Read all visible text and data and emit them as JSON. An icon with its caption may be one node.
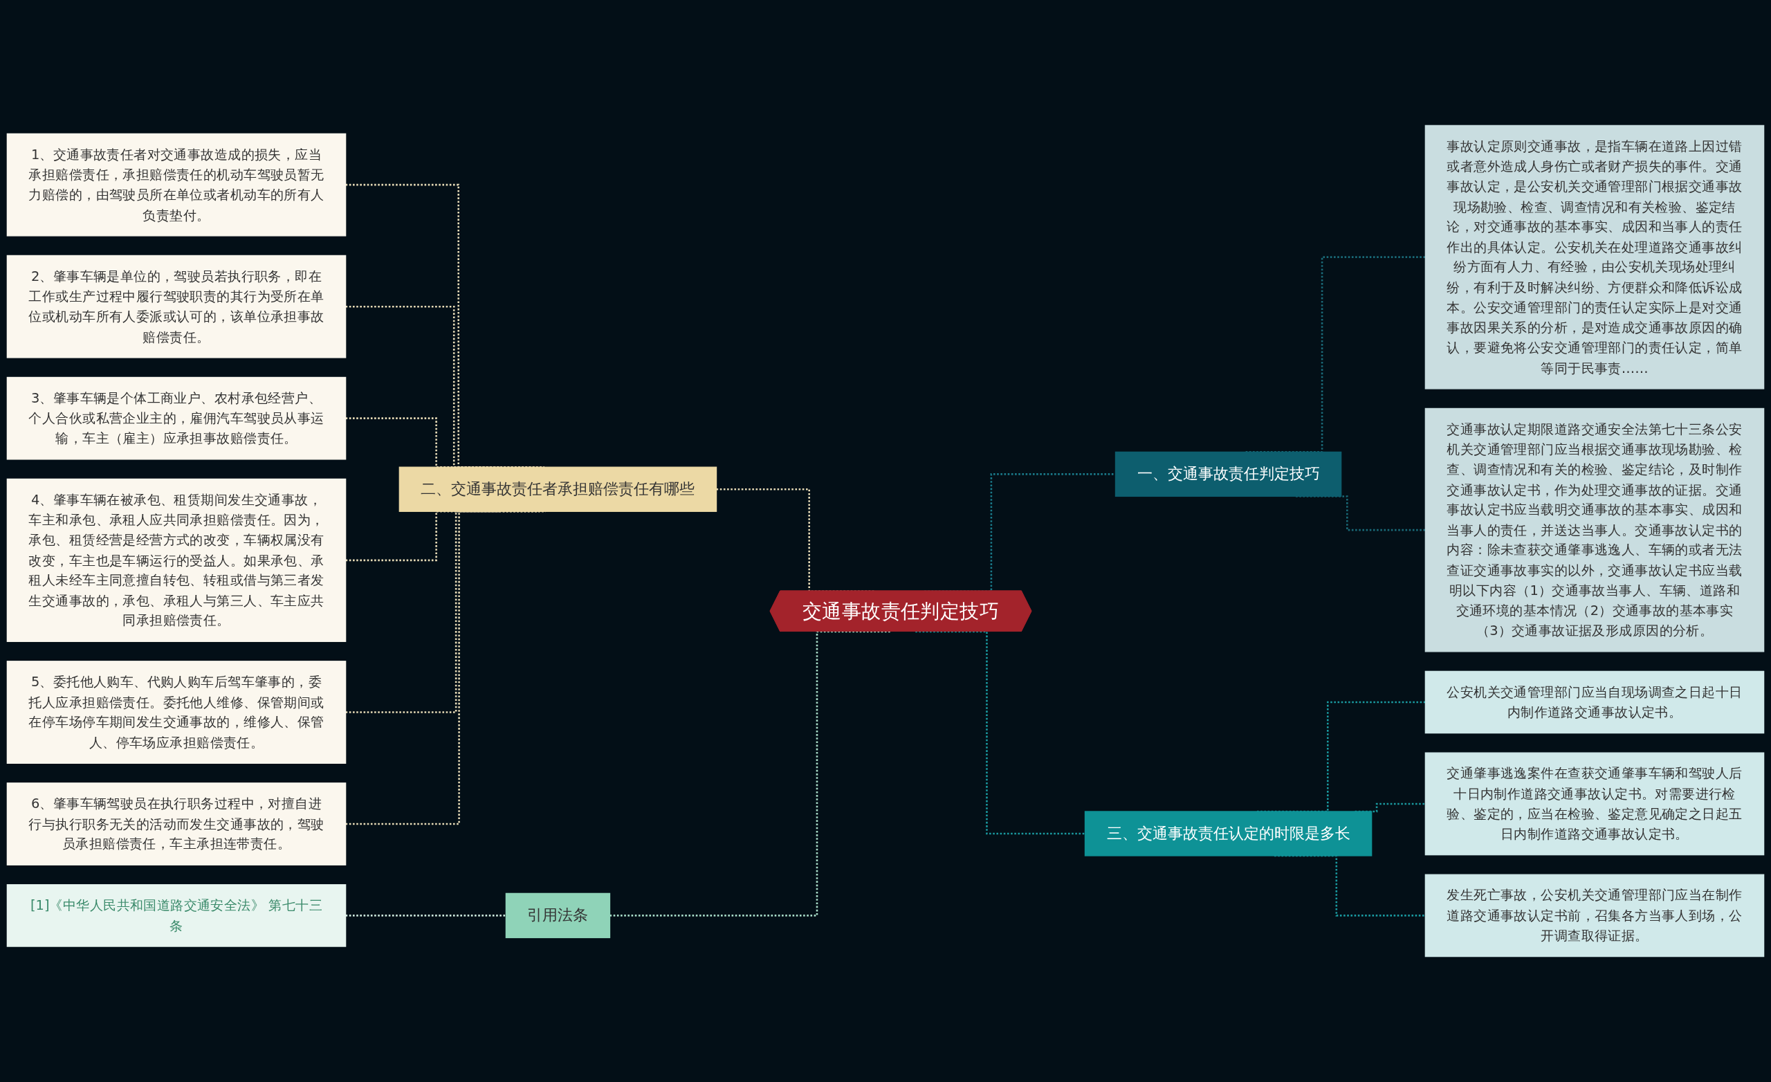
{
  "diagram": {
    "nodes": [
      {
        "text": [
          "交通事故责任判定技巧"
        ]
      },
      {
        "text": [
          "二、交通事故责任者承担赔偿责任有哪些"
        ]
      },
      {
        "text": [
          "1、交通事故责任者对交通事故造成的损失，应当承担赔偿责任，承担赔偿责任的机动车驾驶员暂无力赔偿的，由驾驶员所在单位或者机动车的所有人负责垫付。"
        ]
      },
      {
        "text": [
          "2、肇事车辆是单位的，驾驶员若执行职务，即在工作或生产过程中履行驾驶职责的其行为受所在单位或机动车所有人委派或认可的，该单位承担事故赔偿责任。"
        ]
      },
      {
        "text": [
          "3、肇事车辆是个体工商业户、农村承包经营户、个人合伙或私营企业主的，雇佣汽车驾驶员从事运输，车主（雇主）应承担事故赔偿责任。"
        ]
      },
      {
        "text": [
          "4、肇事车辆在被承包、租赁期间发生交通事故，车主和承包、承租人应共同承担赔偿责任。因为，承包、租赁经营是经营方式的改变，车辆权属没有改变，车主也是车辆运行的受益人。如果承包、承租人未经车主同意擅自转包、转租或借与第三者发生交通事故的，承包、承租人与第三人、车主应共同承担赔偿责任。"
        ]
      },
      {
        "text": [
          "5、委托他人购车、代购人购车后驾车肇事的，委托人应承担赔偿责任。委托他人维修、保管期间或在停车场停车期间发生交通事故的，维修人、保管人、停车场应承担赔偿责任。"
        ]
      },
      {
        "text": [
          "6、肇事车辆驾驶员在执行职务过程中，对擅自进行与执行职务无关的活动而发生交通事故的，驾驶员承担赔偿责任，车主承担连带责任。"
        ]
      },
      {
        "text": [
          "引用法条"
        ]
      },
      {
        "text": [
          "[1]《中华人民共和国道路交通安全法》 第七十三条"
        ]
      },
      {
        "text": [
          "一、交通事故责任判定技巧"
        ]
      },
      {
        "text": [
          "事故认定原则交通事故，是指车辆在道路上因过错或者意外造成人身伤亡或者财产损失的事件。交通事故认定，是公安机关交通管理部门根据交通事故现场勘验、检查、调查情况和有关检验、鉴定结论，对交通事故的基本事实、成因和当事人的责任作出的具体认定。公安机关在处理道路交通事故纠纷方面有人力、有经验，由公安机关现场处理纠纷，有利于及时解决纠纷、方便群众和降低诉讼成本。公安交通管理部门的责任认定实际上是对交通事故因果关系的分析，是对造成交通事故原因的确认，要避免将公安交通管理部门的责任认定，简单等同于民事责……"
        ]
      },
      {
        "text": [
          "交通事故认定期限道路交通安全法第七十三条公安机关交通管理部门应当根据交通事故现场勘验、检查、调查情况和有关的检验、鉴定结论，及时制作交通事故认定书，作为处理交通事故的证据。交通事故认定书应当载明交通事故的基本事实、成因和当事人的责任，并送达当事人。交通事故认定书的内容：除未查获交通肇事逃逸人、车辆的或者无法查证交通事故事实的以外，交通事故认定书应当载明以下内容（1）交通事故当事人、车辆、道路和交通环境的基本情况（2）交通事故的基本事实（3）交通事故证据及形成原因的分析。"
        ]
      },
      {
        "text": [
          "三、交通事故责任认定的时限是多长"
        ]
      },
      {
        "text": [
          "公安机关交通管理部门应当自现场调查之日起十日内制作道路交通事故认定书。"
        ]
      },
      {
        "text": [
          "交通肇事逃逸案件在查获交通肇事车辆和驾驶人后十日内制作道路交通事故认定书。对需要进行检验、鉴定的，应当在检验、鉴定意见确定之日起五日内制作道路交通事故认定书。"
        ]
      },
      {
        "text": [
          "发生死亡事故，公安机关交通管理部门应当在制作道路交通事故认定书前，召集各方当事人到场，公开调查取得证据。"
        ]
      }
    ],
    "edges": [
      {
        "from": 2,
        "to": 1,
        "arrow": "none",
        "style": "dashed",
        "color": "#e8dcb8"
      },
      {
        "from": 3,
        "to": 1,
        "arrow": "none",
        "style": "dashed",
        "color": "#e8dcb8"
      },
      {
        "from": 4,
        "to": 1,
        "arrow": "none",
        "style": "dashed",
        "color": "#e8dcb8"
      },
      {
        "from": 5,
        "to": 1,
        "arrow": "none",
        "style": "dashed",
        "color": "#e8dcb8"
      },
      {
        "from": 6,
        "to": 1,
        "arrow": "none",
        "style": "dashed",
        "color": "#e8dcb8"
      },
      {
        "from": 7,
        "to": 1,
        "arrow": "none",
        "style": "dashed",
        "color": "#e8dcb8"
      },
      {
        "from": 1,
        "to": 0,
        "arrow": "none",
        "style": "dashed",
        "color": "#e8dcb8"
      },
      {
        "from": 9,
        "to": 8,
        "arrow": "none",
        "style": "dashed",
        "color": "#cde8dc"
      },
      {
        "from": 8,
        "to": 0,
        "arrow": "none",
        "style": "dashed",
        "color": "#a8dcc8"
      },
      {
        "from": 0,
        "to": 10,
        "arrow": "none",
        "style": "dashed",
        "color": "#1a7a8a"
      },
      {
        "from": 10,
        "to": 11,
        "arrow": "none",
        "style": "dashed",
        "color": "#1a6a78"
      },
      {
        "from": 10,
        "to": 12,
        "arrow": "none",
        "style": "dashed",
        "color": "#1a6a78"
      },
      {
        "from": 0,
        "to": 13,
        "arrow": "none",
        "style": "dashed",
        "color": "#1a9aa0"
      },
      {
        "from": 13,
        "to": 14,
        "arrow": "none",
        "style": "dashed",
        "color": "#1a9aa0"
      },
      {
        "from": 13,
        "to": 15,
        "arrow": "none",
        "style": "dashed",
        "color": "#1a9aa0"
      },
      {
        "from": 13,
        "to": 16,
        "arrow": "none",
        "style": "dashed",
        "color": "#1a9aa0"
      }
    ]
  }
}
